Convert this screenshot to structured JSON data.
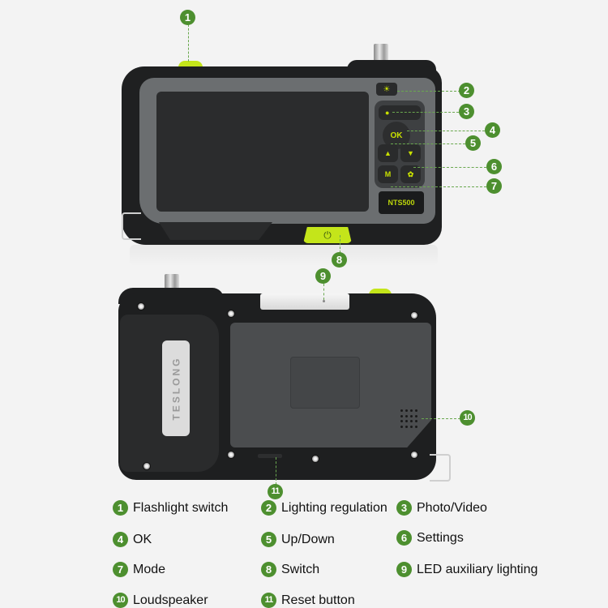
{
  "device": {
    "model": "NTS500",
    "brand": "TESLONG",
    "keys": {
      "ok": "OK",
      "mode": "M",
      "up": "▲",
      "down": "▼",
      "settings": "✿",
      "photo": "●",
      "light": "☀",
      "power": "⏻"
    }
  },
  "colors": {
    "badge": "#4d8f2f",
    "accent_lime": "#c4e51a",
    "body_dark": "#1f2021",
    "background": "#f3f3f3"
  },
  "callouts": [
    {
      "n": "1"
    },
    {
      "n": "2"
    },
    {
      "n": "3"
    },
    {
      "n": "4"
    },
    {
      "n": "5"
    },
    {
      "n": "6"
    },
    {
      "n": "7"
    },
    {
      "n": "8"
    },
    {
      "n": "9"
    },
    {
      "n": "10"
    },
    {
      "n": "11"
    }
  ],
  "legend": [
    {
      "n": "1",
      "label": "Flashlight switch"
    },
    {
      "n": "2",
      "label": "Lighting regulation"
    },
    {
      "n": "3",
      "label": "Photo/Video"
    },
    {
      "n": "4",
      "label": "OK"
    },
    {
      "n": "5",
      "label": "Up/Down"
    },
    {
      "n": "6",
      "label": "Settings"
    },
    {
      "n": "7",
      "label": "Mode"
    },
    {
      "n": "8",
      "label": "Switch"
    },
    {
      "n": "9",
      "label": "LED auxiliary lighting"
    },
    {
      "n": "10",
      "label": "Loudspeaker"
    },
    {
      "n": "11",
      "label": "Reset button"
    }
  ]
}
